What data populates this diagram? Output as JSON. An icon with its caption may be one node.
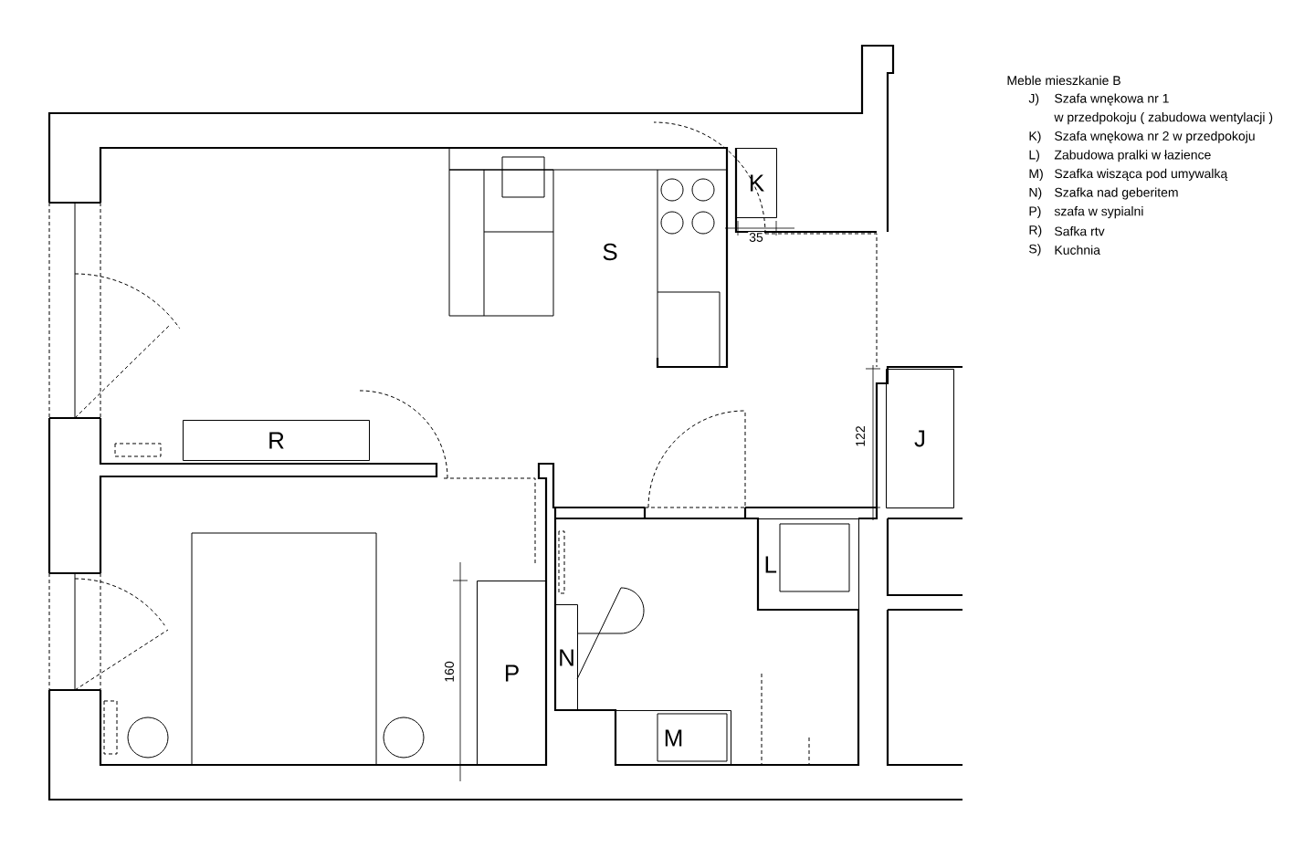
{
  "diagram": {
    "nodes": [
      {
        "text": [
          "K"
        ]
      },
      {
        "text": [
          "J"
        ]
      },
      {
        "text": [
          "R"
        ]
      },
      {
        "text": [
          "L"
        ]
      },
      {
        "text": [
          "P"
        ]
      },
      {
        "text": [
          "N"
        ]
      },
      {
        "text": [
          "M"
        ]
      }
    ],
    "labels": [
      "S",
      "35",
      "122",
      "160",
      "Meble mieszkanie B",
      "J)",
      "Szafa wnękowa nr 1",
      "w przedpokoju ( zabudowa wentylacji )",
      "K)",
      "Szafa wnękowa nr 2 w przedpokoju",
      "L)",
      "Zabudowa pralki w łazience",
      "M)",
      "Szafka wisząca pod umywalką",
      "N)",
      "Szafka nad geberitem",
      "P)",
      "szafa w sypialni",
      "R)",
      "Safka rtv",
      "S)",
      "Kuchnia"
    ]
  }
}
